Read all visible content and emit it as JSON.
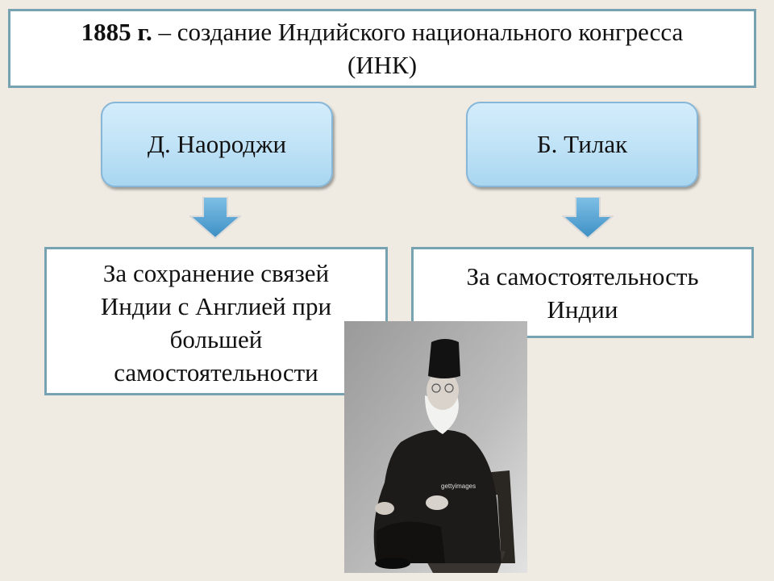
{
  "title": {
    "year": "1885 г.",
    "rest": " – создание Индийского национального конгресса",
    "line2": "(ИНК)"
  },
  "leaders": {
    "left": "Д. Наороджи",
    "right": "Б. Тилак"
  },
  "positions": {
    "left_lines": [
      "За сохранение связей",
      "Индии с Англией при",
      "большей",
      "самостоятельности"
    ],
    "right_lines": [
      "За самостоятельность",
      "Индии"
    ]
  },
  "colors": {
    "background": "#efebe2",
    "box_border": "#77a2b1",
    "pill_fill": "#c3e4f7",
    "arrow_fill": "#5aa7d6"
  },
  "photo": {
    "description_icon": "portrait-photo",
    "watermark": "gettyimages"
  }
}
